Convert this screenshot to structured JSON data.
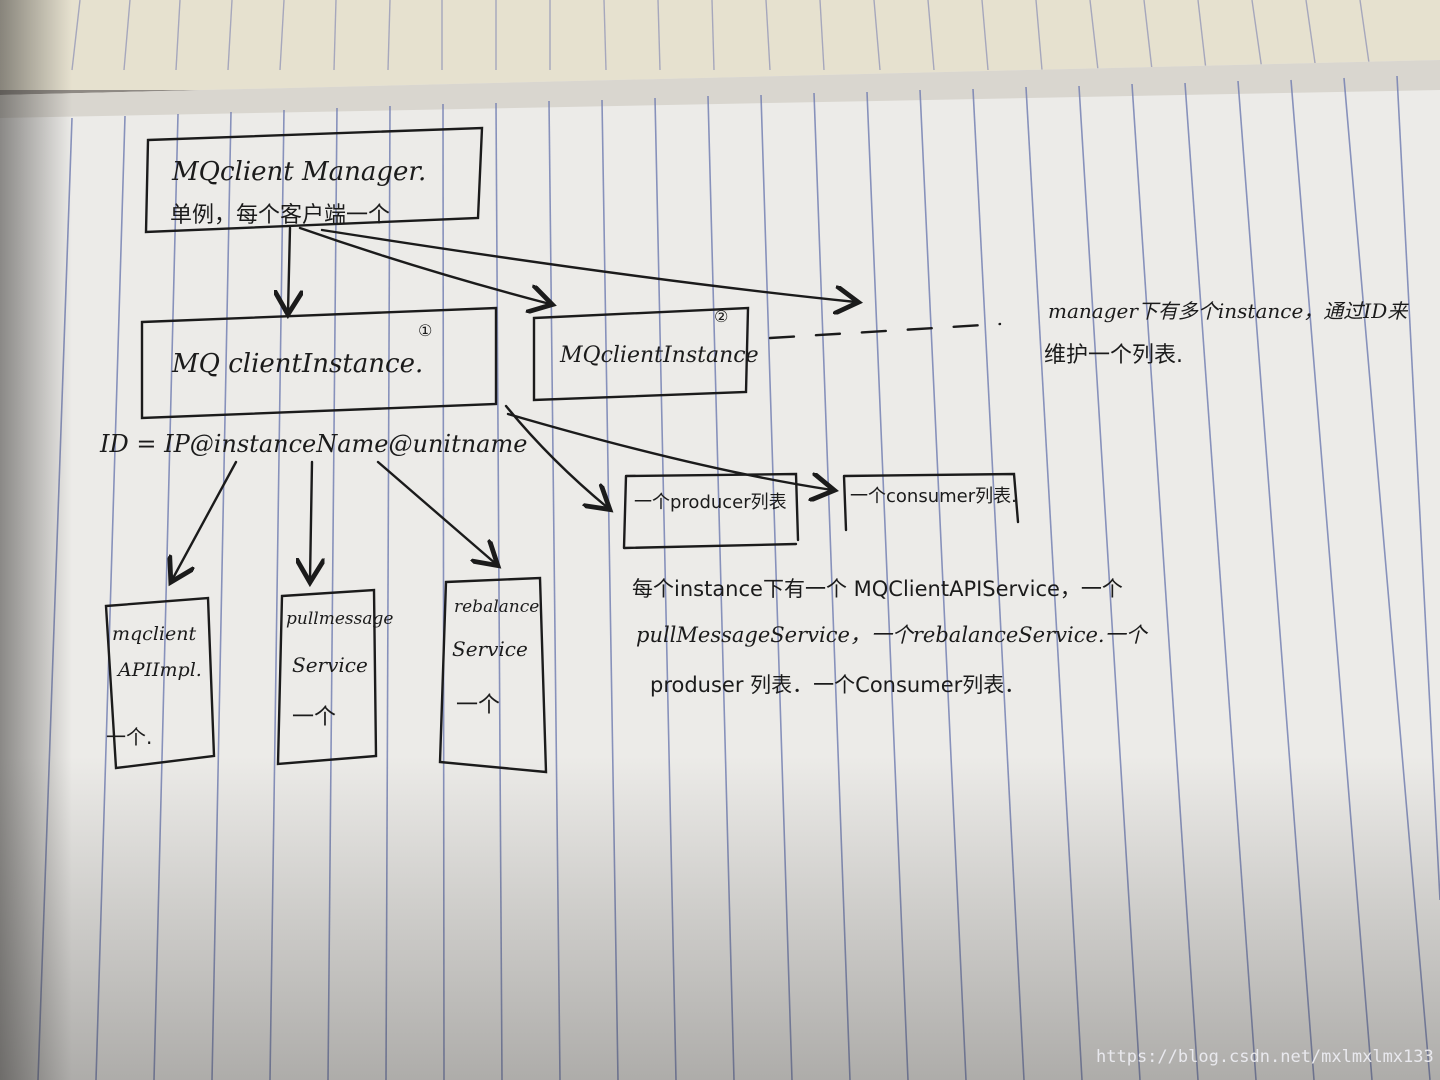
{
  "colors": {
    "paper": "#ecebe8",
    "ink": "#1b1b1b",
    "rule_line": "#6f7bb0",
    "shadow": "#7d7770"
  },
  "diagram": {
    "manager_box": {
      "line1": "MQclient Manager.",
      "line2": "单例，每个客户端一个"
    },
    "instance_box_1": {
      "label": "MQ clientInstance.",
      "mark": "①"
    },
    "instance_box_2": {
      "label": "MQclientInstance",
      "mark": "②"
    },
    "id_formula": "ID = IP@instanceName@unitname",
    "side_note": {
      "line1": "manager下有多个instance，通过ID来",
      "line2": "维护一个列表."
    },
    "producer_list": "一个producer列表",
    "consumer_list": "一个consumer列表.",
    "api_box": {
      "line1": "mqclient",
      "line2": "APIImpl.",
      "line3": "一个."
    },
    "pull_box": {
      "line1": "pullmessage",
      "line2": "Service",
      "line3": "一个"
    },
    "rebalance_box": {
      "line1": "rebalance",
      "line2": "Service",
      "line3": "一个"
    },
    "bottom_note": {
      "line1": "每个instance下有一个 MQClientAPIService，一个",
      "line2": "pullMessageService，一个rebalanceService.一个",
      "line3": "produser 列表．一个Consumer列表．"
    }
  },
  "watermark": "https://blog.csdn.net/mxlmxlmx133"
}
